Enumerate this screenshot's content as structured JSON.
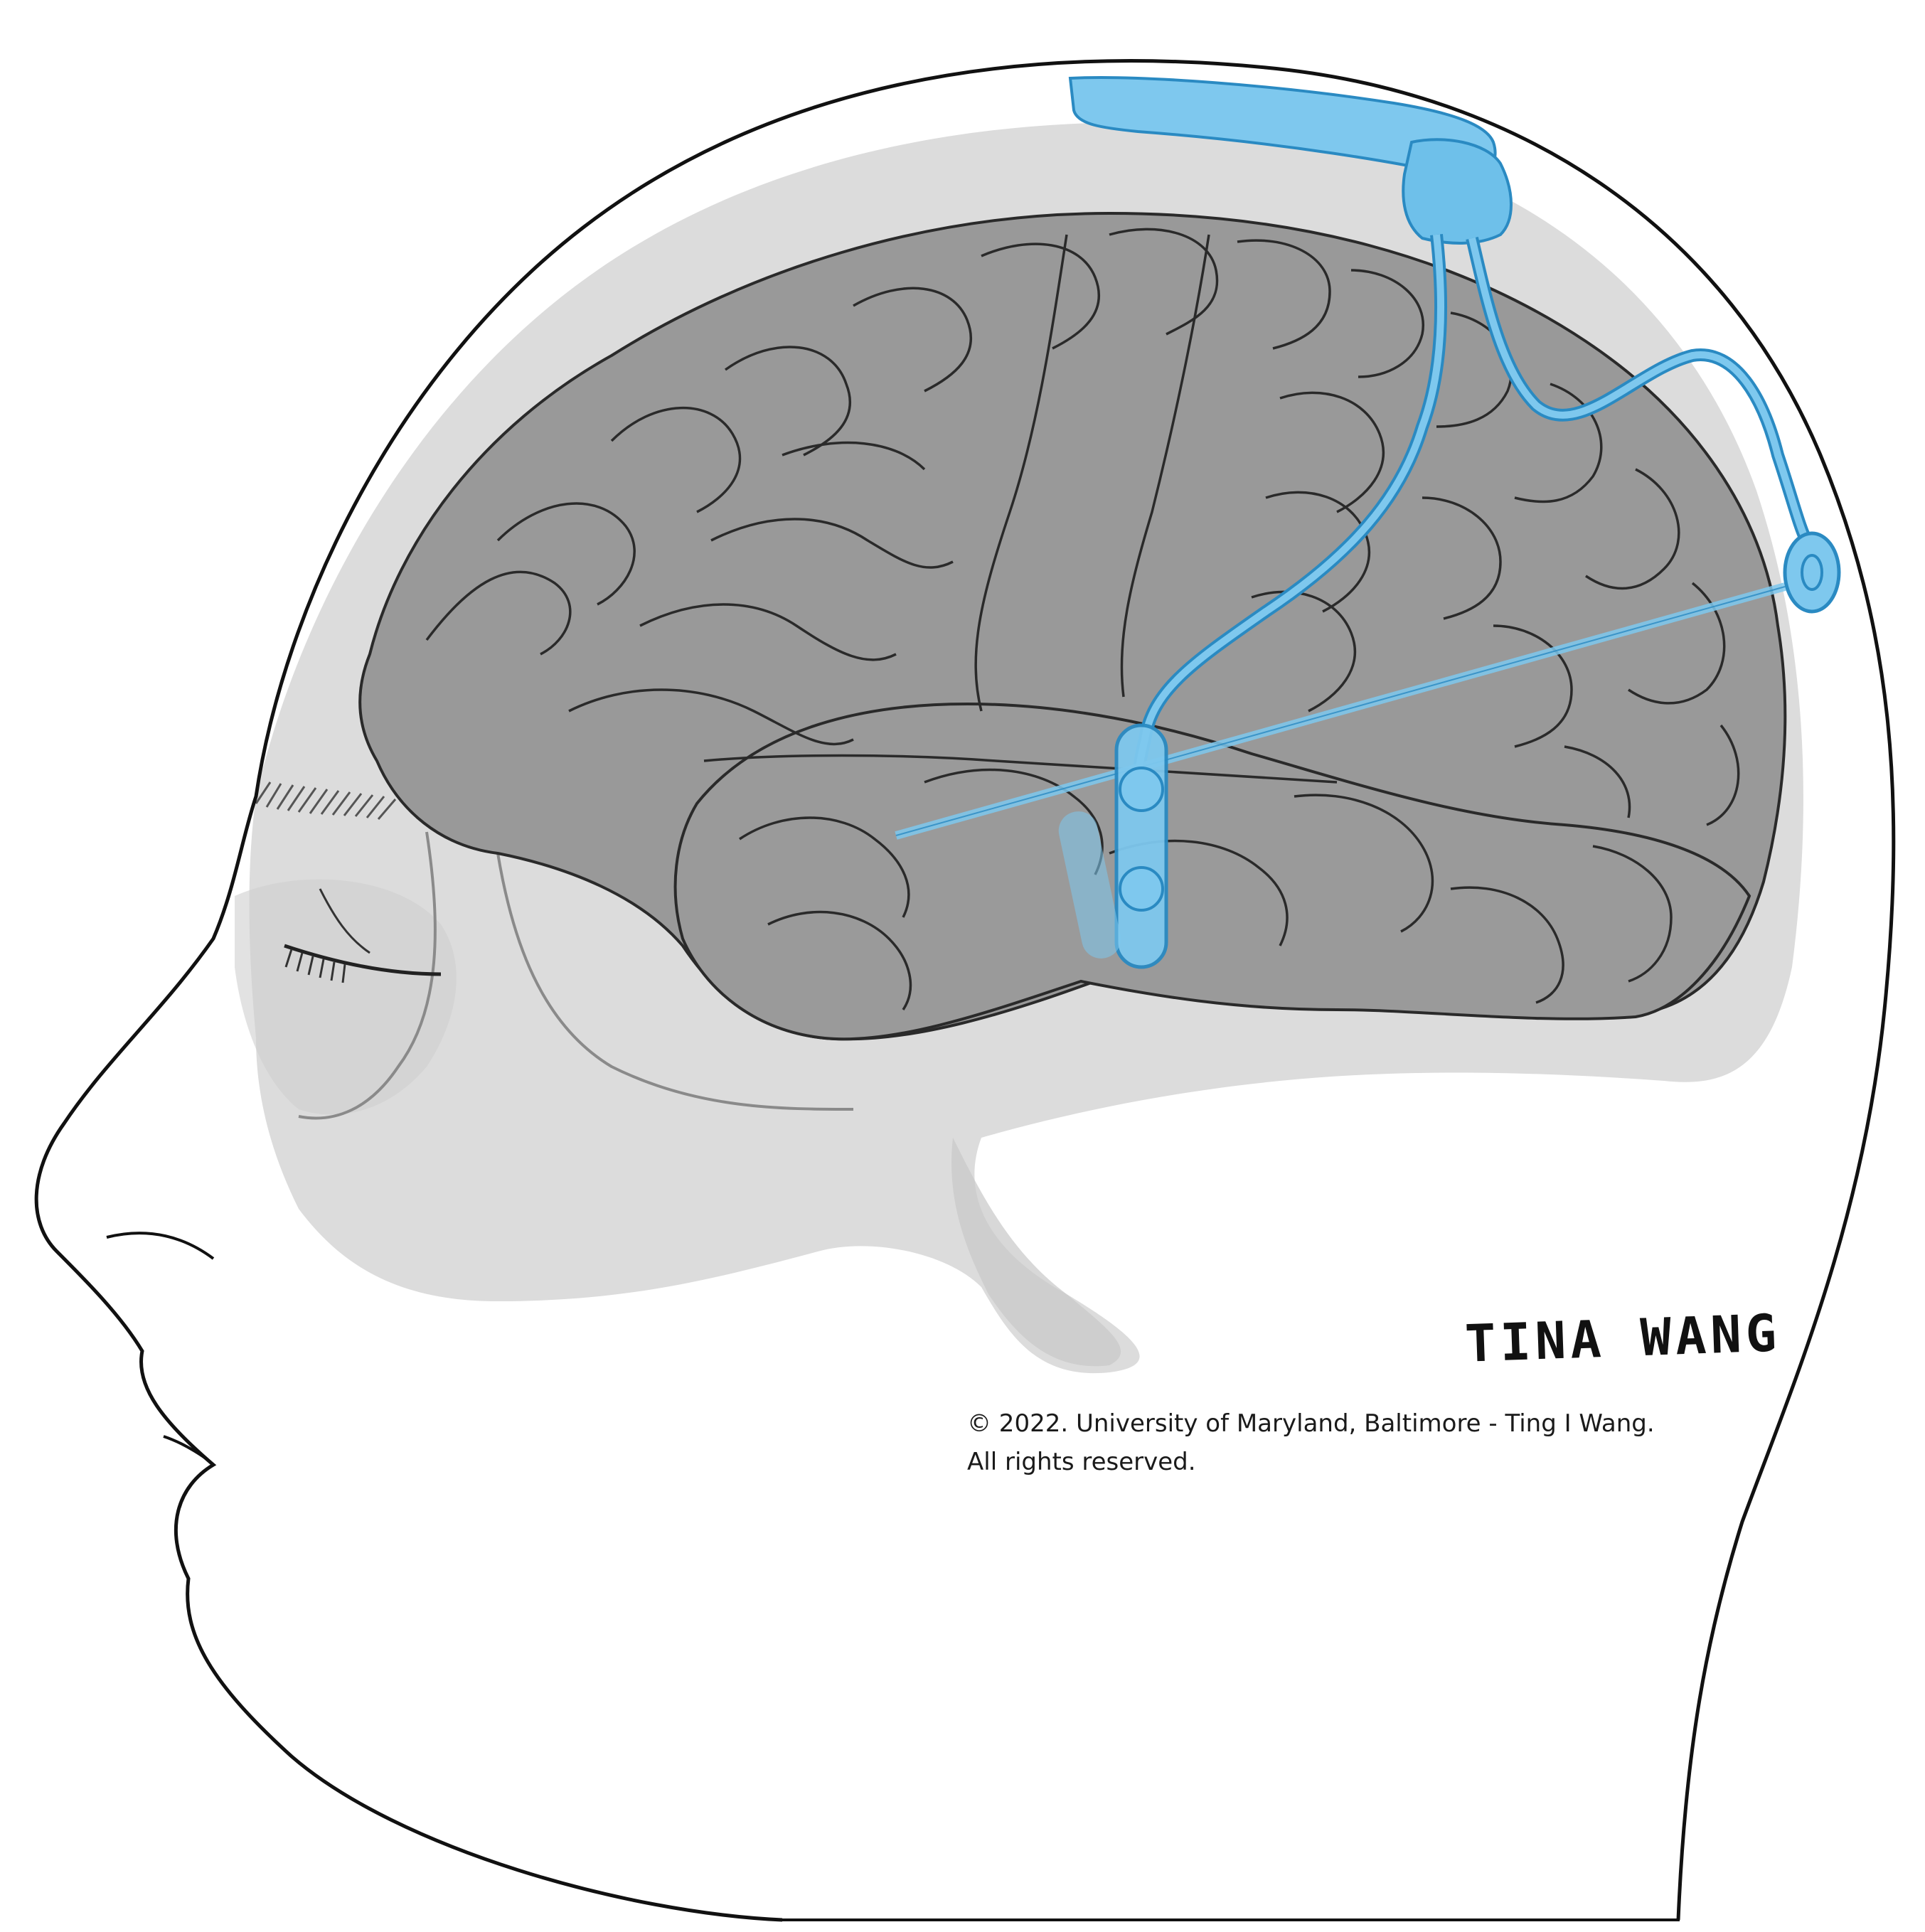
{
  "signature": "TINA WANG",
  "copyright": {
    "line1": "© 2022. University of Maryland, Baltimore - Ting I Wang.",
    "line2": "All rights reserved."
  },
  "colors": {
    "background": "#ffffff",
    "outline": "#111111",
    "skull_fill": "#dcdcdc",
    "face_shadow": "#c4c4c4",
    "brain_fill": "#999999",
    "brain_line": "#2a2a2a",
    "device_fill": "#7ec8ee",
    "device_line": "#2a8ac2"
  },
  "icons": {
    "head": "head-profile-outline",
    "brain": "brain-lateral-view",
    "device": "implanted-neurostimulator-device"
  }
}
